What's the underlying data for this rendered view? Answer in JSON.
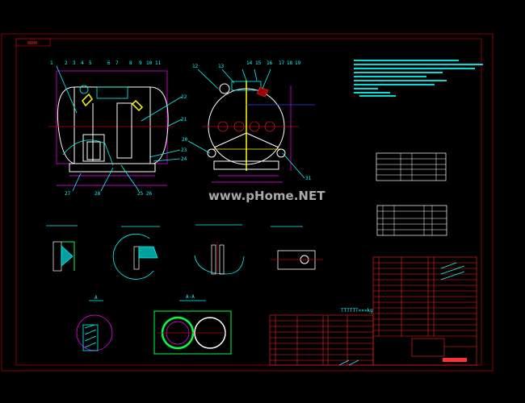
{
  "drawing": {
    "background": "#000000",
    "frame_color": "#c00000",
    "title_stamp": "8800",
    "watermark": "www.pHome.NET",
    "front_view_balloons": [
      "1",
      "2",
      "3",
      "4",
      "5",
      "6",
      "7",
      "8",
      "9",
      "10",
      "11"
    ],
    "front_view_side_balloons": [
      "22",
      "21",
      "23",
      "24"
    ],
    "front_view_bottom_balloons": [
      "27",
      "28",
      "25 26"
    ],
    "side_view_top_balloons": [
      "12",
      "13",
      "14",
      "15",
      "16",
      "17",
      "18",
      "19"
    ],
    "side_view_side_balloons": [
      "20",
      "31"
    ],
    "section_marks": [
      "A",
      "A-A"
    ],
    "mass_note": "TTTTTT×××kg",
    "colors": {
      "outline": "#ffffff",
      "annotation": "#00ffff",
      "dimension": "#ff00ff",
      "centerline": "#ff0000",
      "title_block": "#c00000",
      "nozzle": "#ffff00",
      "section": "#00ff40"
    }
  }
}
